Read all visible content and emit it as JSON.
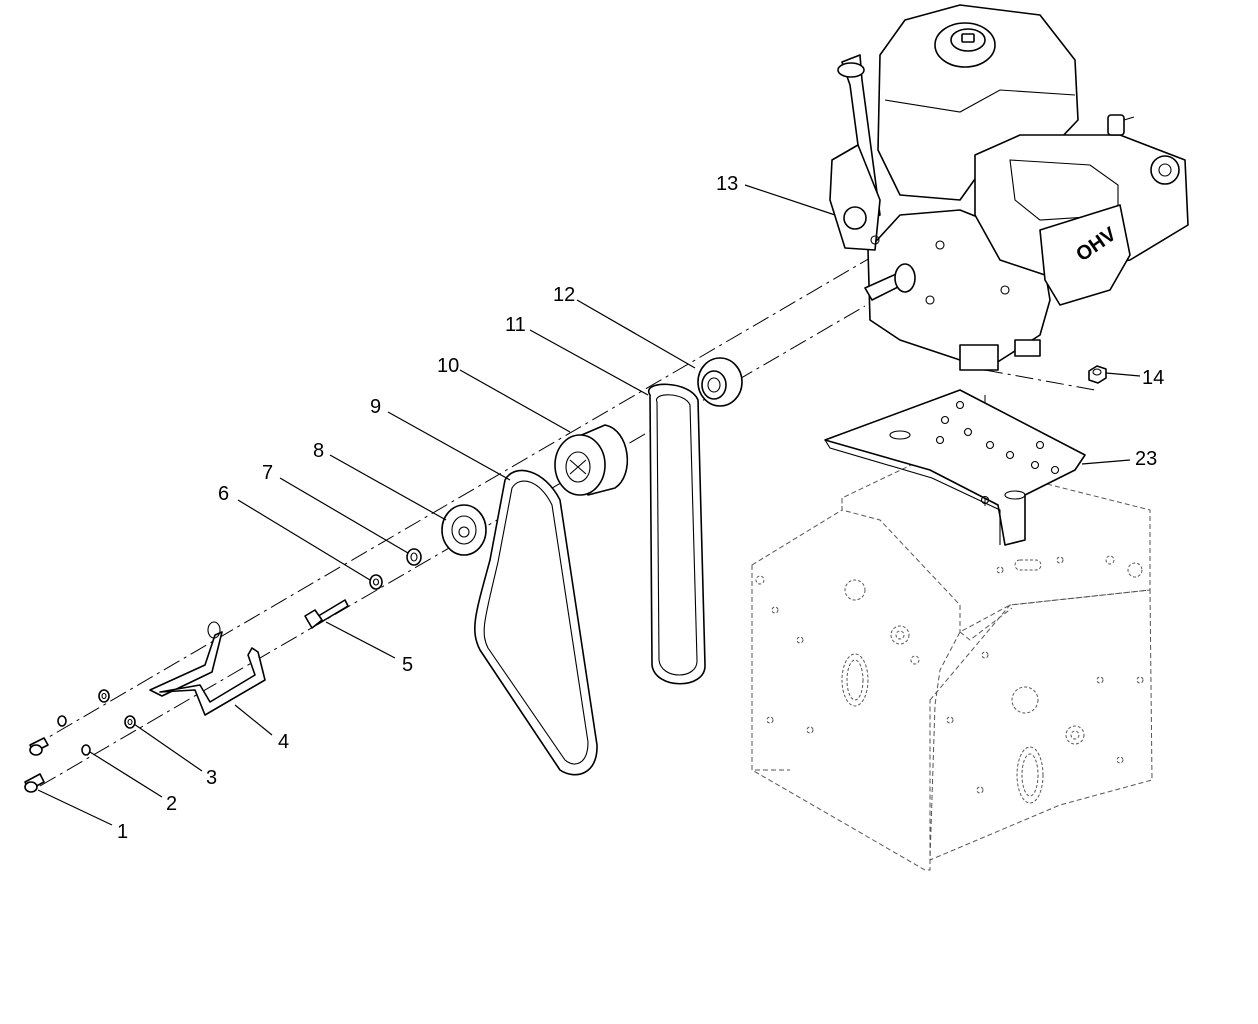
{
  "diagram": {
    "callouts": [
      {
        "id": "1",
        "label": "1"
      },
      {
        "id": "2",
        "label": "2"
      },
      {
        "id": "3",
        "label": "3"
      },
      {
        "id": "4",
        "label": "4"
      },
      {
        "id": "5",
        "label": "5"
      },
      {
        "id": "6",
        "label": "6"
      },
      {
        "id": "7",
        "label": "7"
      },
      {
        "id": "8",
        "label": "8"
      },
      {
        "id": "9",
        "label": "9"
      },
      {
        "id": "10",
        "label": "10"
      },
      {
        "id": "11",
        "label": "11"
      },
      {
        "id": "12",
        "label": "12"
      },
      {
        "id": "13",
        "label": "13"
      },
      {
        "id": "14",
        "label": "14"
      },
      {
        "id": "23",
        "label": "23"
      }
    ],
    "engine_badge": "OHV"
  }
}
